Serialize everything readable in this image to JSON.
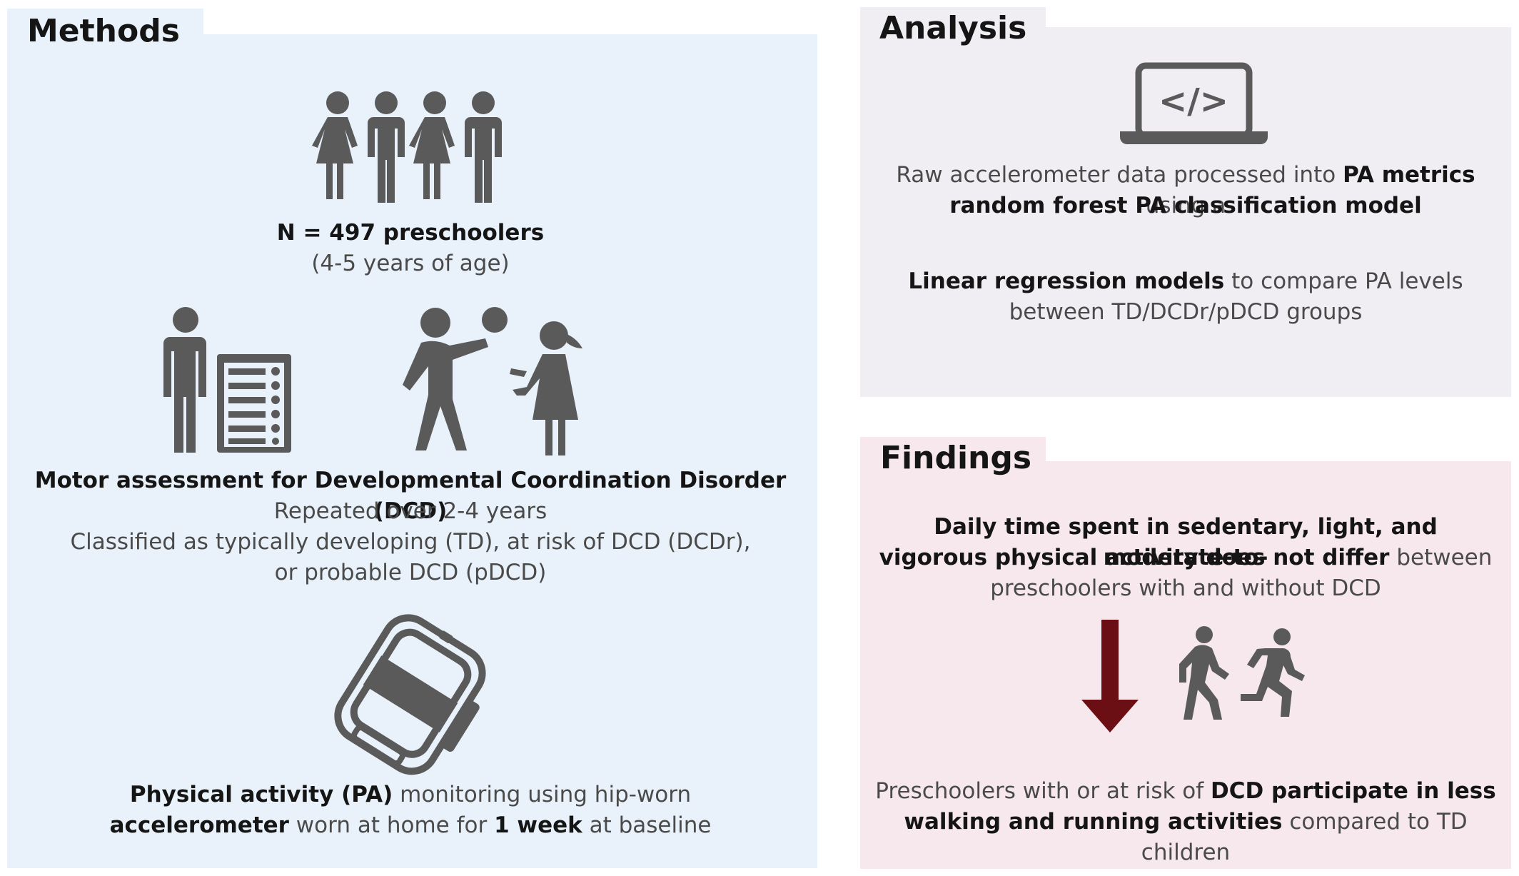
{
  "methods": {
    "title": "Methods",
    "participants": {
      "bold": "N = 497 preschoolers",
      "sub": "(4-5 years of age)"
    },
    "motor": {
      "bold": "Motor assessment for Developmental Coordination Disorder (DCD)",
      "line1": "Repeated over 2-4 years",
      "line2": "Classified as typically developing (TD), at risk of DCD (DCDr),",
      "line3": "or probable DCD (pDCD)"
    },
    "pa": {
      "bold1": "Physical activity (PA)",
      "text1": " monitoring using hip-worn",
      "bold2": "accelerometer",
      "text2": " worn at home for ",
      "bold3": "1 week",
      "text3": " at baseline"
    }
  },
  "analysis": {
    "title": "Analysis",
    "code_glyph": "</>",
    "p1": {
      "text1": "Raw accelerometer data processed into ",
      "bold1": "PA metrics",
      "text2": " using a",
      "bold2": "random forest PA classification model"
    },
    "p2": {
      "bold1": "Linear regression models",
      "text1": " to compare PA levels",
      "text2": "between TD/DCDr/pDCD groups"
    }
  },
  "findings": {
    "title": "Findings",
    "p1": {
      "bold1": "Daily time spent in sedentary, light, and moderate-to-",
      "bold2": "vigorous physical activity does not differ",
      "text1": " between",
      "text2": "preschoolers with and without DCD"
    },
    "p2": {
      "text1": "Preschoolers with or at risk of ",
      "bold1": "DCD participate in less",
      "bold2": "walking and running activities",
      "text2": " compared to TD children"
    }
  },
  "colors": {
    "methods_bg": "#e9f2fa",
    "analysis_bg": "#f1eef3",
    "findings_bg": "#f6e8ec",
    "icon": "#5a5a5a",
    "arrow": "#6b0f14"
  },
  "icons": [
    "people-group-icon",
    "clipboard-checklist-icon",
    "adult-child-ball-icon",
    "accelerometer-device-icon",
    "laptop-code-icon",
    "down-arrow-icon",
    "walking-person-icon",
    "running-person-icon"
  ]
}
